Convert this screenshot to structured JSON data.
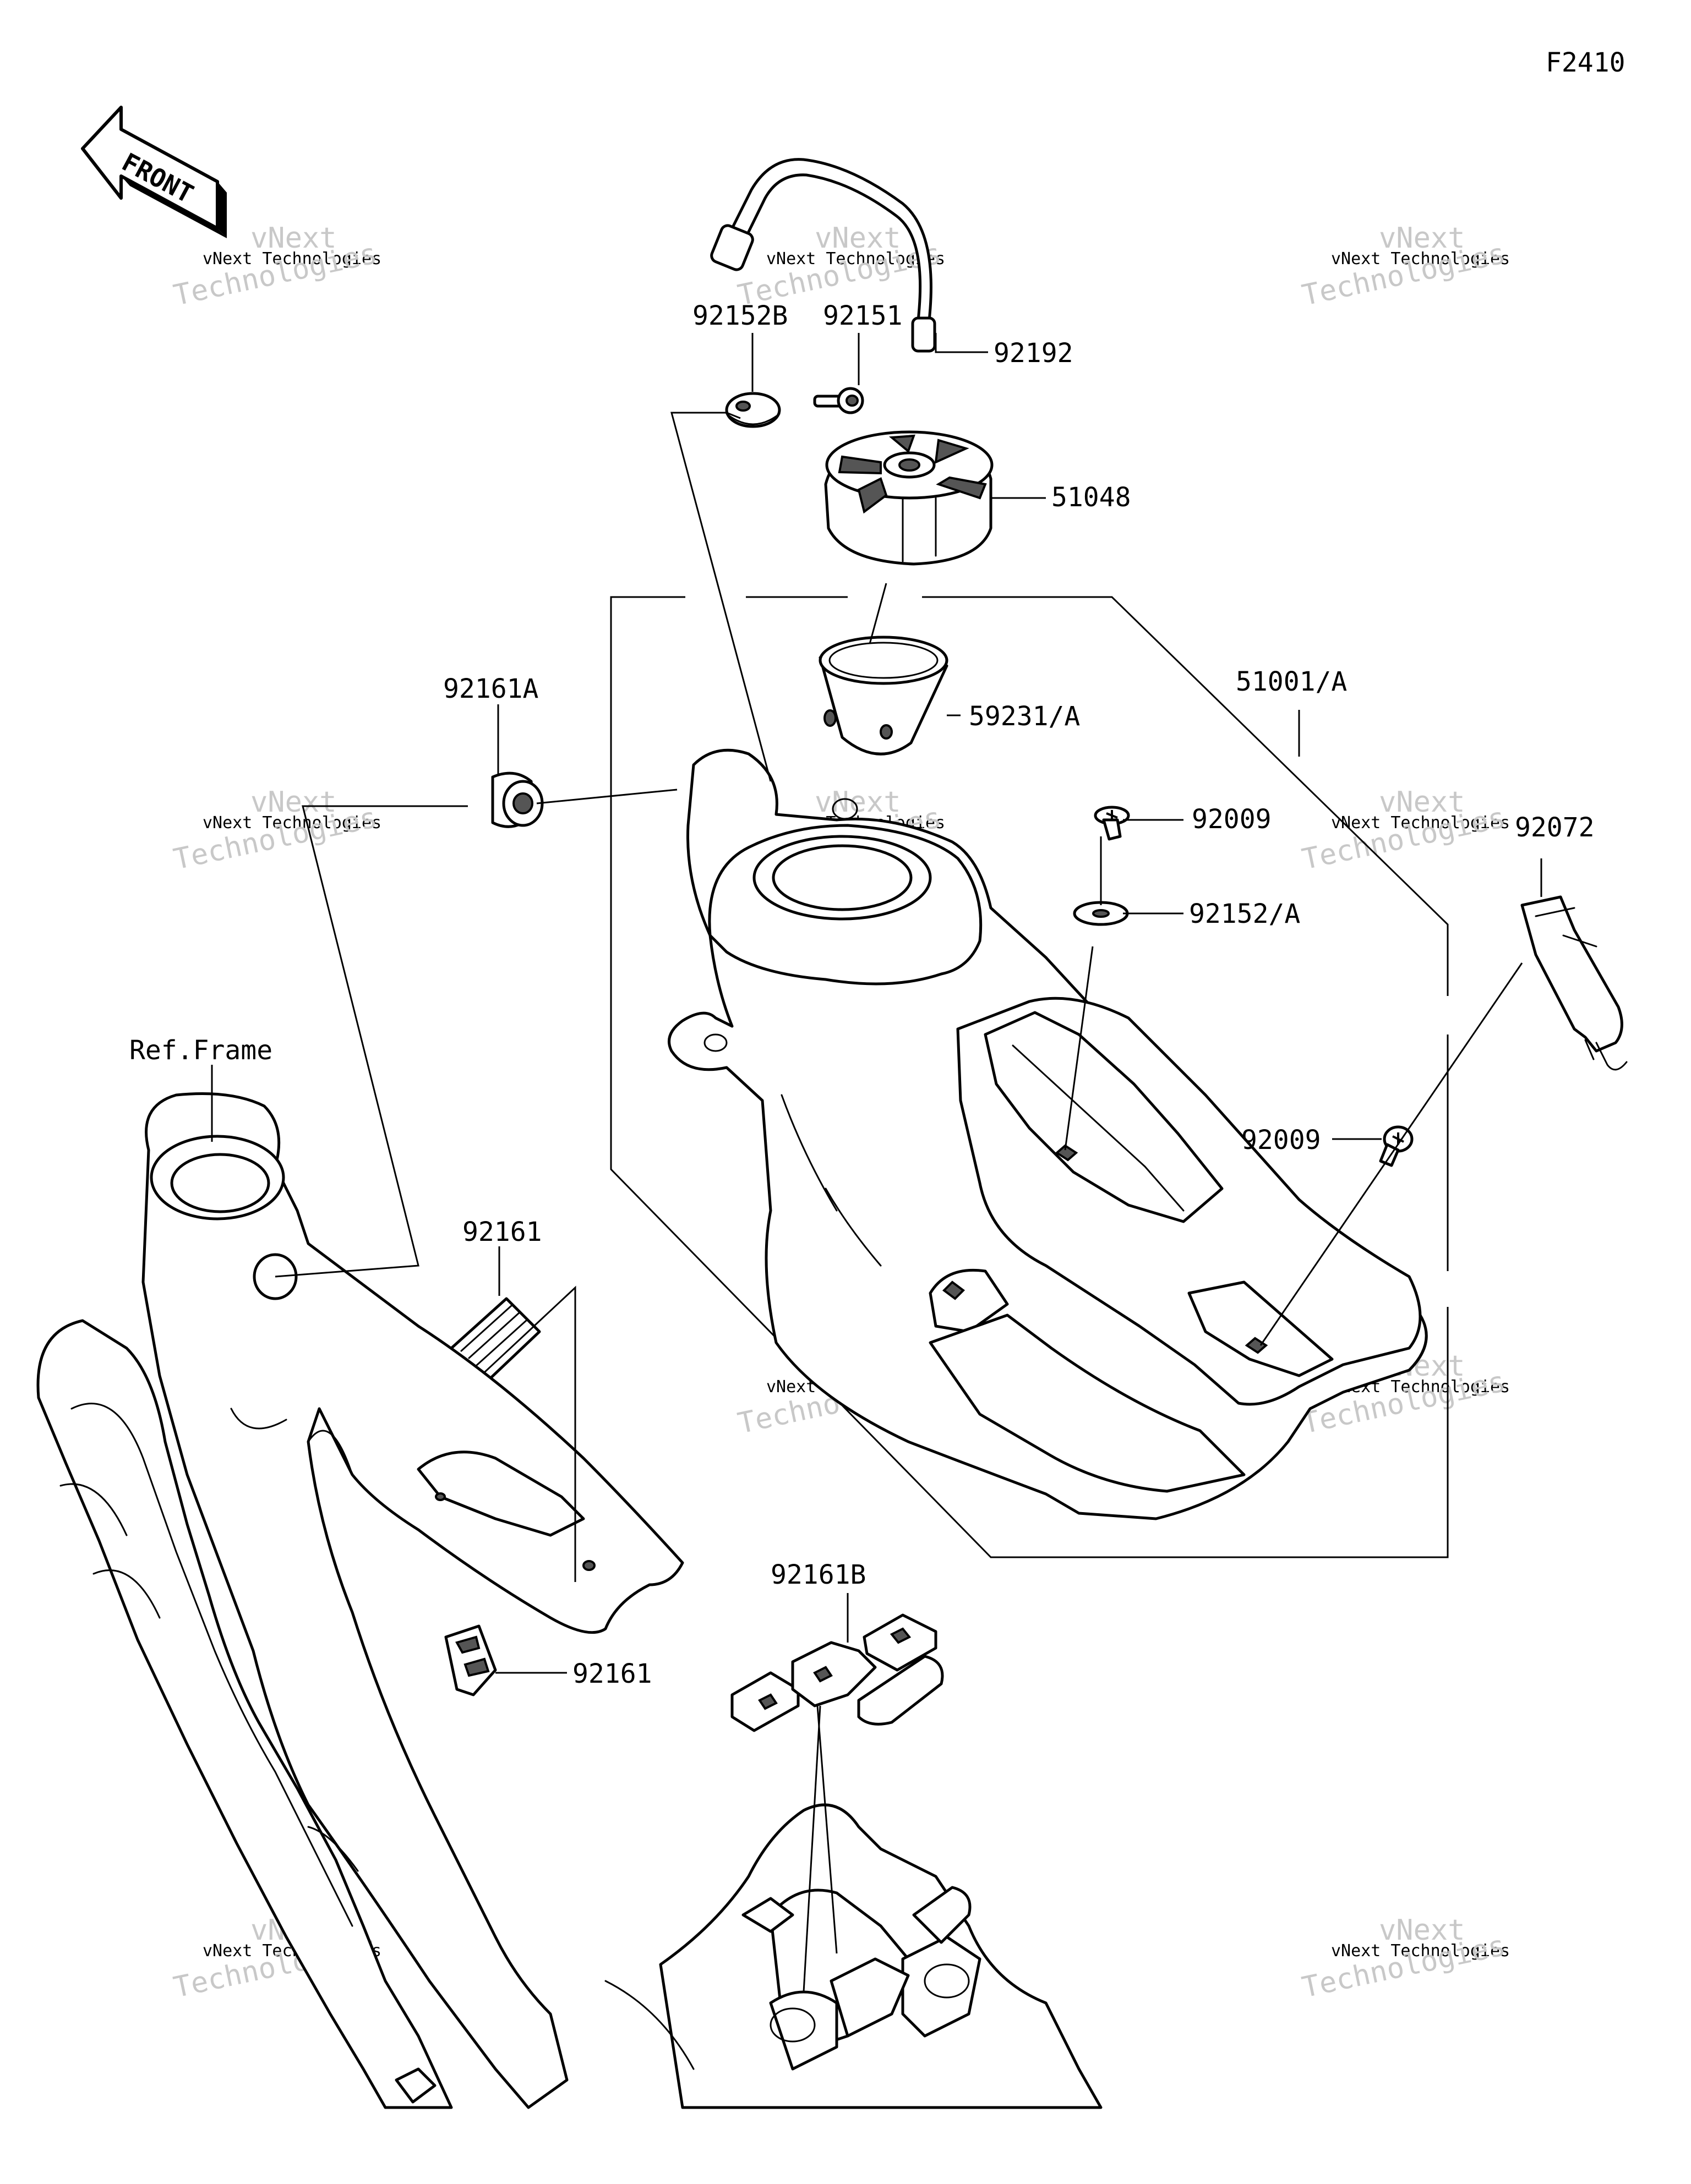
{
  "figure_code": "F2410",
  "front_label": "FRONT",
  "ref_frame_label": "Ref.Frame",
  "watermark": {
    "line1": "vNext",
    "line2": "vNext Technologies",
    "line3": "Technologies"
  },
  "callouts": {
    "p92152B": "92152B",
    "p92151": "92151",
    "p92192": "92192",
    "p51048": "51048",
    "p59231A": "59231/A",
    "p51001A": "51001/A",
    "p92161A": "92161A",
    "p92009_upper": "92009",
    "p92152A": "92152/A",
    "p92072": "92072",
    "p92009_lower": "92009",
    "p92161_upper": "92161",
    "p92161_lower": "92161",
    "p92161B": "92161B"
  }
}
